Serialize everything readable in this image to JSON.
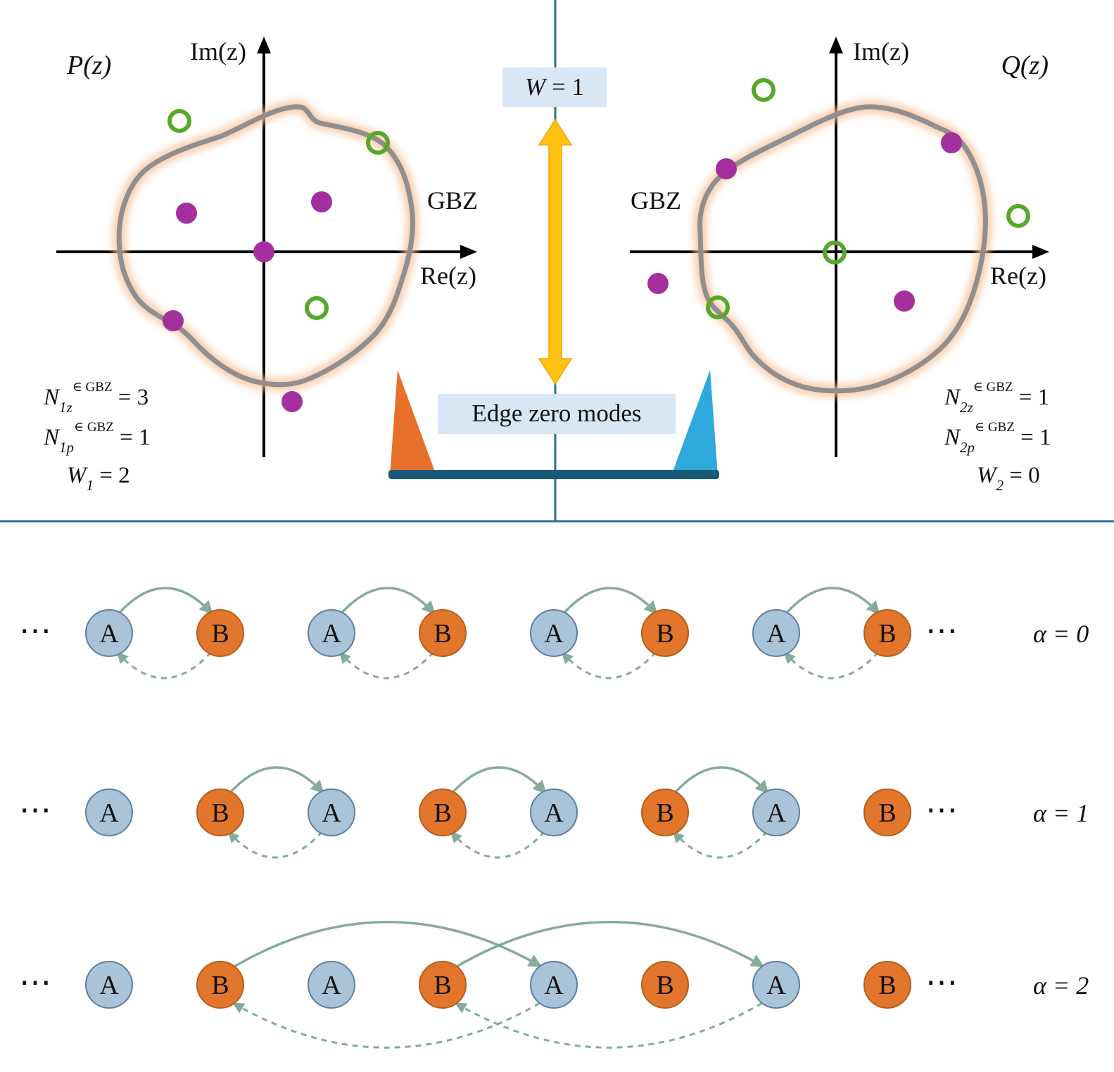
{
  "colors": {
    "zero_marker_purple": "#A3309E",
    "pole_marker_green": "#56A82B",
    "gbz_contour_gray": "#8F8F8F",
    "gbz_glow_orange": "#F7BE92",
    "divider_teal": "#2A6E96",
    "label_box_blue": "#D9E7F5",
    "arrow_yellow": "#FFC212",
    "edge_bar_teal": "#195A78",
    "edge_peak_orange": "#E8702A",
    "edge_peak_blue": "#2FA8DC",
    "node_a_fill": "#A9C3D9",
    "node_b_fill": "#E2762C",
    "hopping_arc_green": "#84AB9B"
  },
  "left_panel": {
    "title": "P(z)",
    "im_axis_label": "Im(z)",
    "re_axis_label": "Re(z)",
    "gbz_label": "GBZ",
    "n_zeros": {
      "base": "N",
      "sub": "1z",
      "sup": "∈ GBZ",
      "rhs": " = 3"
    },
    "n_poles": {
      "base": "N",
      "sub": "1p",
      "sup": "∈ GBZ",
      "rhs": " = 1"
    },
    "winding": {
      "base": "W",
      "sub": "1",
      "rhs": " = 2"
    }
  },
  "right_panel": {
    "title": "Q(z)",
    "im_axis_label": "Im(z)",
    "re_axis_label": "Re(z)",
    "gbz_label": "GBZ",
    "n_zeros": {
      "base": "N",
      "sub": "2z",
      "sup": "∈ GBZ",
      "rhs": " = 1"
    },
    "n_poles": {
      "base": "N",
      "sub": "2p",
      "sup": "∈ GBZ",
      "rhs": " = 1"
    },
    "winding": {
      "base": "W",
      "sub": "2",
      "rhs": " = 0"
    }
  },
  "center": {
    "winding": {
      "var": "W",
      "rhs": " = 1"
    },
    "edge_modes_label": "Edge zero modes"
  },
  "chains": [
    {
      "label": "α = 0",
      "ellipsis_left": "⋯",
      "ellipsis_right": "⋯",
      "nodes": [
        "A",
        "B",
        "A",
        "B",
        "A",
        "B",
        "A",
        "B"
      ]
    },
    {
      "label": "α = 1",
      "ellipsis_left": "⋯",
      "ellipsis_right": "⋯",
      "nodes": [
        "A",
        "B",
        "A",
        "B",
        "A",
        "B",
        "A",
        "B"
      ]
    },
    {
      "label": "α = 2",
      "ellipsis_left": "⋯",
      "ellipsis_right": "⋯",
      "nodes": [
        "A",
        "B",
        "A",
        "B",
        "A",
        "B",
        "A",
        "B"
      ]
    }
  ]
}
